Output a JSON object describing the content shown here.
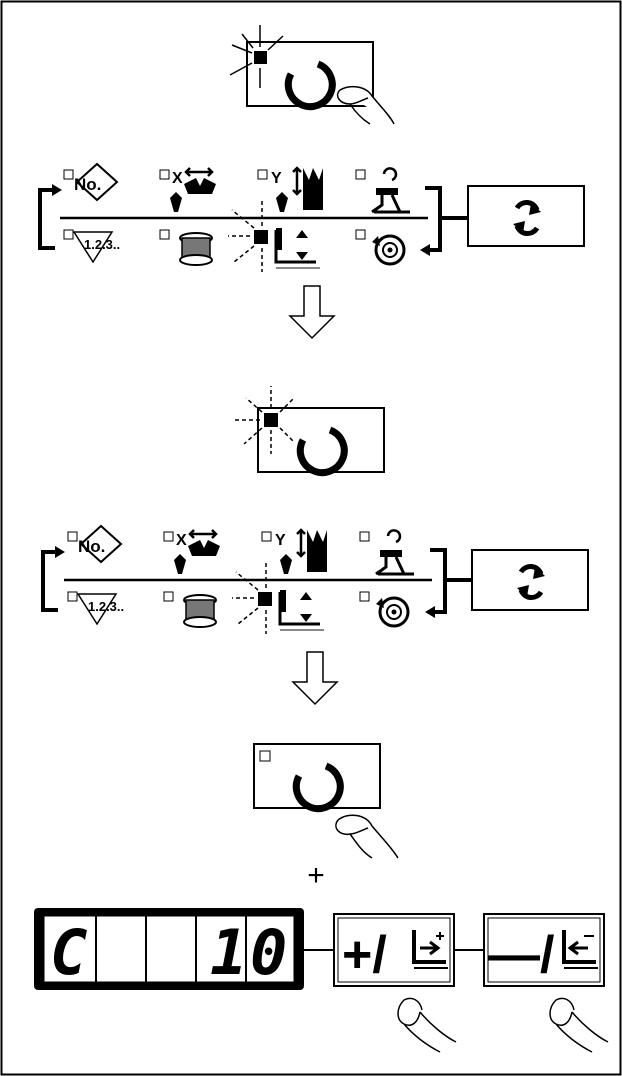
{
  "panel_labels": {
    "number": "No.",
    "counter": "1.2.3..",
    "x_axis": "X",
    "y_axis": "Y"
  },
  "plus_sign": "+",
  "display": {
    "digit1": "C",
    "digit4": "1",
    "digit5": "0"
  },
  "buttons": {
    "plus_key": "+/",
    "minus_key": "—/"
  },
  "icons": [
    "ready-key-icon",
    "led-icon",
    "finger-icon",
    "reset-key-icon",
    "arrow-down-icon",
    "pattern-number-icon",
    "counter-icon",
    "x-scale-icon",
    "y-scale-icon",
    "bobbin-winder-icon",
    "presser-icon",
    "stitch-icon",
    "winder-icon"
  ]
}
